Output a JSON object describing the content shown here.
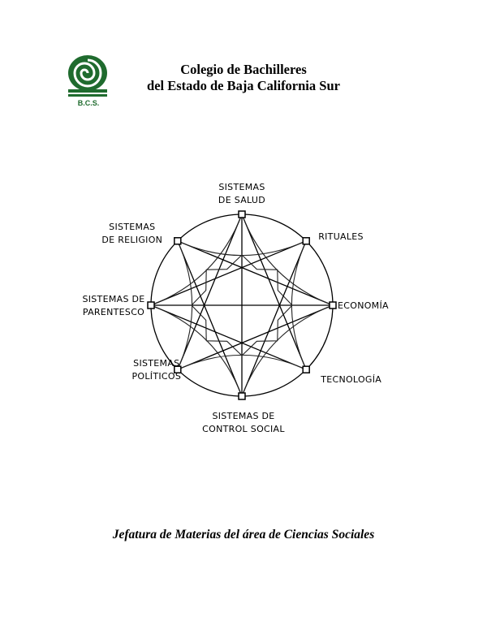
{
  "header": {
    "line1": "Colegio de Bachilleres",
    "line2": "del Estado de Baja California Sur"
  },
  "logo": {
    "icon": "spiral-logo-icon",
    "caption": "B.C.S."
  },
  "diagram": {
    "nodes": [
      {
        "id": "salud",
        "line1": "SISTEMAS",
        "line2": "DE SALUD"
      },
      {
        "id": "rituales",
        "line1": "RITUALES",
        "line2": ""
      },
      {
        "id": "economia",
        "line1": "ECONOMÍA",
        "line2": ""
      },
      {
        "id": "tecnologia",
        "line1": "TECNOLOGÍA",
        "line2": ""
      },
      {
        "id": "control",
        "line1": "SISTEMAS DE",
        "line2": "CONTROL SOCIAL"
      },
      {
        "id": "politicos",
        "line1": "SISTEMAS",
        "line2": "POLÍTICOS"
      },
      {
        "id": "parentesco",
        "line1": "SISTEMAS DE",
        "line2": "PARENTESCO"
      },
      {
        "id": "religion",
        "line1": "SISTEMAS",
        "line2": "DE RELIGION"
      }
    ]
  },
  "footer": {
    "text": "Jefatura de Materias del área de Ciencias Sociales"
  }
}
